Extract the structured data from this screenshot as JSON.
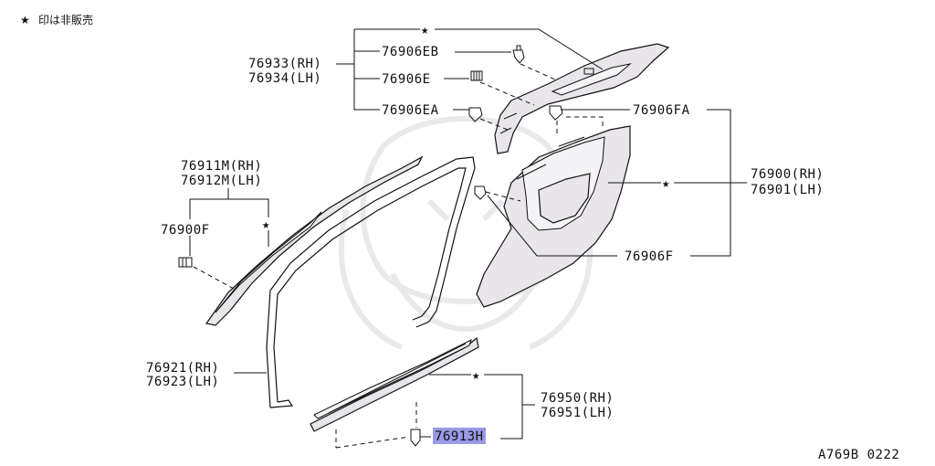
{
  "note": {
    "star": "★",
    "text": "印は非販売"
  },
  "diagram_code": "A769B 0222",
  "labels": {
    "p76933": "76933(RH)",
    "p76934": "76934(LH)",
    "p76906EB": "76906EB",
    "p76906E": "76906E",
    "p76906EA": "76906EA",
    "p76906FA": "76906FA",
    "p76900": "76900(RH)",
    "p76901": "76901(LH)",
    "p76906F": "76906F",
    "p76911M": "76911M(RH)",
    "p76912M": "76912M(LH)",
    "p76900F": "76900F",
    "p76921": "76921(RH)",
    "p76923": "76923(LH)",
    "p76950": "76950(RH)",
    "p76951": "76951(LH)",
    "p76913H": "76913H"
  },
  "star": "★",
  "highlight_color": "#9a9ae6"
}
